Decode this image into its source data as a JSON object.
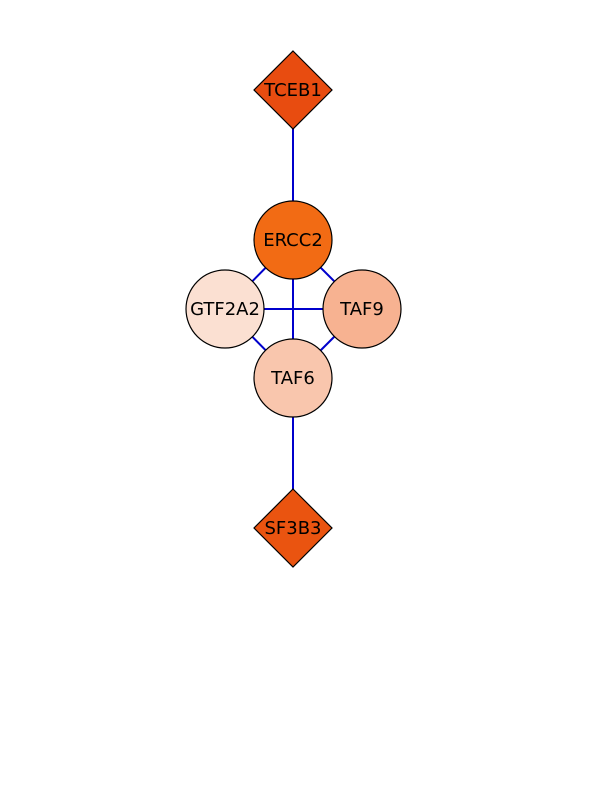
{
  "network": {
    "nodes": [
      {
        "id": "TCEB1",
        "label": "TCEB1",
        "shape": "diamond",
        "color": "#e84c10"
      },
      {
        "id": "ERCC2",
        "label": "ERCC2",
        "shape": "circle",
        "color": "#f26b14"
      },
      {
        "id": "GTF2A2",
        "label": "GTF2A2",
        "shape": "circle",
        "color": "#fbe0d2"
      },
      {
        "id": "TAF9",
        "label": "TAF9",
        "shape": "circle",
        "color": "#f7b291"
      },
      {
        "id": "TAF6",
        "label": "TAF6",
        "shape": "circle",
        "color": "#f9c6ad"
      },
      {
        "id": "SF3B3",
        "label": "SF3B3",
        "shape": "diamond",
        "color": "#ea5410"
      }
    ],
    "edges": [
      {
        "source": "TCEB1",
        "target": "ERCC2"
      },
      {
        "source": "ERCC2",
        "target": "GTF2A2"
      },
      {
        "source": "ERCC2",
        "target": "TAF9"
      },
      {
        "source": "ERCC2",
        "target": "TAF6"
      },
      {
        "source": "GTF2A2",
        "target": "TAF9"
      },
      {
        "source": "GTF2A2",
        "target": "TAF6"
      },
      {
        "source": "TAF9",
        "target": "TAF6"
      },
      {
        "source": "TAF6",
        "target": "SF3B3"
      }
    ],
    "edge_color": "#0000cc"
  }
}
